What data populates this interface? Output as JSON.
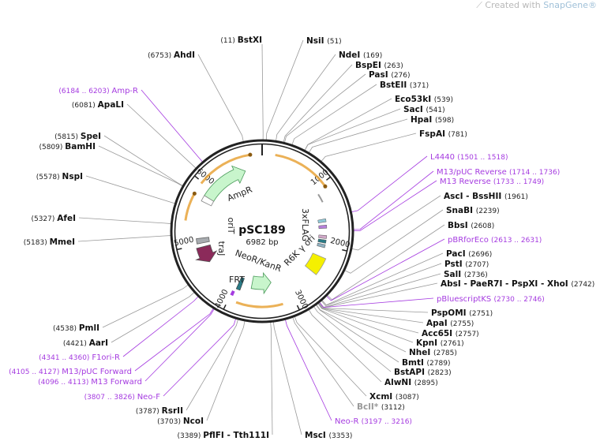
{
  "brand": {
    "prefix": "Created with ",
    "name": "SnapGene®"
  },
  "plasmid": {
    "name": "pSC189",
    "size": "6982 bp",
    "length_bp": 6982
  },
  "ticks": [
    "1000",
    "2000",
    "3000",
    "4000",
    "5000",
    "6000"
  ],
  "features": {
    "ampr": "AmpR",
    "flag": "3xFLAG",
    "orit": "oriT",
    "traj": "traJ",
    "neor": "NeoR/KanR",
    "frt": "FRT",
    "r6k": "R6K γ ori"
  },
  "colors": {
    "primer": "#a53be0",
    "enzyme_line": "#999999",
    "orf": "#e8a33a",
    "marker": "#c8f5cc",
    "ori": "#f5f000",
    "traj": "#8b2a5a"
  },
  "left_labels": [
    {
      "pos": "(11)",
      "name": "BstXI",
      "bp": 11,
      "type": "enzyme"
    },
    {
      "pos": "(6753)",
      "name": "AhdI",
      "bp": 6753,
      "type": "enzyme"
    },
    {
      "pos": "(6184 .. 6203)",
      "name": "Amp-R",
      "bp": 6193,
      "type": "primer"
    },
    {
      "pos": "(6081)",
      "name": "ApaLI",
      "bp": 6081,
      "type": "enzyme"
    },
    {
      "pos": "(5815)",
      "name": "SpeI",
      "bp": 5815,
      "type": "enzyme"
    },
    {
      "pos": "(5809)",
      "name": "BamHI",
      "bp": 5809,
      "type": "enzyme"
    },
    {
      "pos": "(5578)",
      "name": "NspI",
      "bp": 5578,
      "type": "enzyme"
    },
    {
      "pos": "(5327)",
      "name": "AfeI",
      "bp": 5327,
      "type": "enzyme"
    },
    {
      "pos": "(5183)",
      "name": "MmeI",
      "bp": 5183,
      "type": "enzyme"
    },
    {
      "pos": "(4538)",
      "name": "PmlI",
      "bp": 4538,
      "type": "enzyme"
    },
    {
      "pos": "(4421)",
      "name": "AarI",
      "bp": 4421,
      "type": "enzyme"
    },
    {
      "pos": "(4341 .. 4360)",
      "name": "F1ori-R",
      "bp": 4350,
      "type": "primer"
    },
    {
      "pos": "(4105 .. 4127)",
      "name": "M13/pUC Forward",
      "bp": 4116,
      "type": "primer"
    },
    {
      "pos": "(4096 .. 4113)",
      "name": "M13 Forward",
      "bp": 4104,
      "type": "primer"
    },
    {
      "pos": "(3807 .. 3826)",
      "name": "Neo-F",
      "bp": 3816,
      "type": "primer"
    },
    {
      "pos": "(3787)",
      "name": "RsrII",
      "bp": 3787,
      "type": "enzyme"
    },
    {
      "pos": "(3703)",
      "name": "NcoI",
      "bp": 3703,
      "type": "enzyme"
    },
    {
      "pos": "(3389)",
      "name": "PflFI - Tth111I",
      "bp": 3389,
      "type": "enzyme"
    }
  ],
  "right_labels": [
    {
      "name": "NsiI",
      "pos": "(51)",
      "bp": 51,
      "type": "enzyme"
    },
    {
      "name": "NdeI",
      "pos": "(169)",
      "bp": 169,
      "type": "enzyme"
    },
    {
      "name": "BspEI",
      "pos": "(263)",
      "bp": 263,
      "type": "enzyme"
    },
    {
      "name": "PasI",
      "pos": "(276)",
      "bp": 276,
      "type": "enzyme"
    },
    {
      "name": "BstEII",
      "pos": "(371)",
      "bp": 371,
      "type": "enzyme"
    },
    {
      "name": "Eco53kI",
      "pos": "(539)",
      "bp": 539,
      "type": "enzyme"
    },
    {
      "name": "SacI",
      "pos": "(541)",
      "bp": 541,
      "type": "enzyme"
    },
    {
      "name": "HpaI",
      "pos": "(598)",
      "bp": 598,
      "type": "enzyme"
    },
    {
      "name": "FspAI",
      "pos": "(781)",
      "bp": 781,
      "type": "enzyme"
    },
    {
      "name": "L4440",
      "pos": "(1501 .. 1518)",
      "bp": 1510,
      "type": "primer"
    },
    {
      "name": "M13/pUC Reverse",
      "pos": "(1714 .. 1736)",
      "bp": 1725,
      "type": "primer"
    },
    {
      "name": "M13 Reverse",
      "pos": "(1733 .. 1749)",
      "bp": 1741,
      "type": "primer"
    },
    {
      "name": "AscI - BssHII",
      "pos": "(1961)",
      "bp": 1961,
      "type": "enzyme"
    },
    {
      "name": "SnaBI",
      "pos": "(2239)",
      "bp": 2239,
      "type": "enzyme"
    },
    {
      "name": "BbsI",
      "pos": "(2608)",
      "bp": 2608,
      "type": "enzyme"
    },
    {
      "name": "pBRforEco",
      "pos": "(2613 .. 2631)",
      "bp": 2622,
      "type": "primer"
    },
    {
      "name": "PacI",
      "pos": "(2696)",
      "bp": 2696,
      "type": "enzyme"
    },
    {
      "name": "PstI",
      "pos": "(2707)",
      "bp": 2707,
      "type": "enzyme"
    },
    {
      "name": "SalI",
      "pos": "(2736)",
      "bp": 2736,
      "type": "enzyme"
    },
    {
      "name": "AbsI - PaeR7I - PspXI - XhoI",
      "pos": "(2742)",
      "bp": 2742,
      "type": "enzyme"
    },
    {
      "name": "pBluescriptKS",
      "pos": "(2730 .. 2746)",
      "bp": 2738,
      "type": "primer"
    },
    {
      "name": "PspOMI",
      "pos": "(2751)",
      "bp": 2751,
      "type": "enzyme"
    },
    {
      "name": "ApaI",
      "pos": "(2755)",
      "bp": 2755,
      "type": "enzyme"
    },
    {
      "name": "Acc65I",
      "pos": "(2757)",
      "bp": 2757,
      "type": "enzyme"
    },
    {
      "name": "KpnI",
      "pos": "(2761)",
      "bp": 2761,
      "type": "enzyme"
    },
    {
      "name": "NheI",
      "pos": "(2785)",
      "bp": 2785,
      "type": "enzyme"
    },
    {
      "name": "BmtI",
      "pos": "(2789)",
      "bp": 2789,
      "type": "enzyme"
    },
    {
      "name": "BstAPI",
      "pos": "(2823)",
      "bp": 2823,
      "type": "enzyme"
    },
    {
      "name": "AlwNI",
      "pos": "(2895)",
      "bp": 2895,
      "type": "enzyme"
    },
    {
      "name": "XcmI",
      "pos": "(3087)",
      "bp": 3087,
      "type": "enzyme"
    },
    {
      "name": "BclI*",
      "pos": "(3112)",
      "bp": 3112,
      "type": "dimmed"
    },
    {
      "name": "Neo-R",
      "pos": "(3197 .. 3216)",
      "bp": 3206,
      "type": "primer"
    },
    {
      "name": "MscI",
      "pos": "(3353)",
      "bp": 3353,
      "type": "enzyme"
    }
  ]
}
